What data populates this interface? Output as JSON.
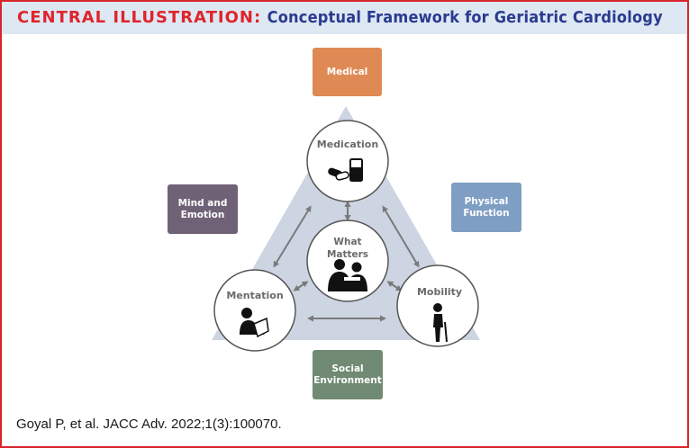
{
  "header": {
    "label": "CENTRAL ILLUSTRATION:",
    "title": "Conceptual Framework for Geriatric Cardiology"
  },
  "domains": {
    "medical": "Medical",
    "mind_line1": "Mind and",
    "mind_line2": "Emotion",
    "physical_line1": "Physical",
    "physical_line2": "Function",
    "social_line1": "Social",
    "social_line2": "Environment"
  },
  "circles": {
    "medication": "Medication",
    "what_matters_line1": "What",
    "what_matters_line2": "Matters",
    "mentation": "Mentation",
    "mobility": "Mobility"
  },
  "colors": {
    "medical": "#df8a55",
    "mind": "#6f6276",
    "physical": "#7f9ec3",
    "social": "#708a73",
    "triangle": "#cdd5e2",
    "accent_red": "#e0242b",
    "title_blue": "#2b3a8f"
  },
  "icons": {
    "medication": "pills-and-cup-icon",
    "what_matters": "two-people-embracing-icon",
    "mentation": "person-reading-icon",
    "mobility": "person-walking-with-cane-icon"
  },
  "citation": "Goyal P, et al. JACC Adv. 2022;1(3):100070."
}
